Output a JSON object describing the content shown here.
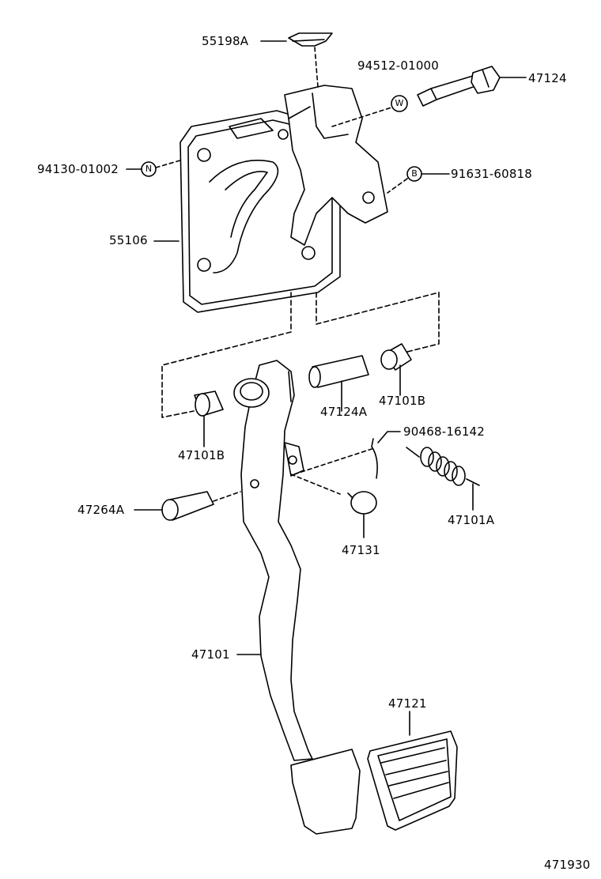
{
  "labels": {
    "p55198A": "55198A",
    "p94512": "94512-01000",
    "p47124": "47124",
    "p94130": "94130-01002",
    "p91631": "91631-60818",
    "p55106": "55106",
    "p47124A": "47124A",
    "p47101B_right": "47101B",
    "p47101B_left": "47101B",
    "p90468": "90468-16142",
    "p47264A": "47264A",
    "p47131": "47131",
    "p47101A": "47101A",
    "p47101": "47101",
    "p47121": "47121",
    "figure_number": "471930"
  },
  "refs": {
    "w": "W",
    "n": "N",
    "b": "B"
  }
}
